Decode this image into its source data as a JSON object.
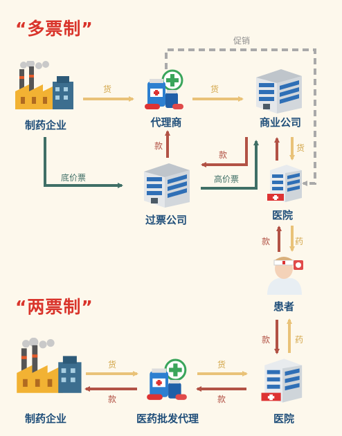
{
  "sections": {
    "multi": {
      "title": "“多票制”"
    },
    "two": {
      "title": "“两票制”"
    }
  },
  "nodes": {
    "multi": {
      "manufacturer": "制药企业",
      "agent": "代理商",
      "commercial": "商业公司",
      "invoice_company": "过票公司",
      "hospital": "医院",
      "patient": "患者"
    },
    "two": {
      "manufacturer": "制药企业",
      "distributor": "医药批发代理",
      "hospital": "医院"
    }
  },
  "edges": {
    "multi": {
      "mfr_to_agent": "货",
      "agent_to_commercial": "货",
      "promotion": "促销",
      "commercial_to_hospital": "货",
      "invoice_to_agent": "款",
      "commercial_to_invoice": "款",
      "base_price": "底价票",
      "high_price": "高价票",
      "hospital_to_patient": "药",
      "patient_to_hospital": "款"
    },
    "two": {
      "patient_to_hospital": "款",
      "hospital_to_patient": "药",
      "mfr_to_distributor": "货",
      "distributor_to_mfr": "款",
      "distributor_to_hospital": "货",
      "hospital_to_distributor": "款"
    }
  },
  "colors": {
    "title": "#d9342b",
    "goods_arrow": "#e9c278",
    "money_arrow": "#b25245",
    "invoice_arrow": "#3f6f66",
    "promotion_line": "#a9a9a9",
    "node_label": "#1f4e79"
  },
  "icons": [
    "factory-icon",
    "medicine-icon",
    "office-building-icon",
    "hospital-icon",
    "patient-icon"
  ]
}
